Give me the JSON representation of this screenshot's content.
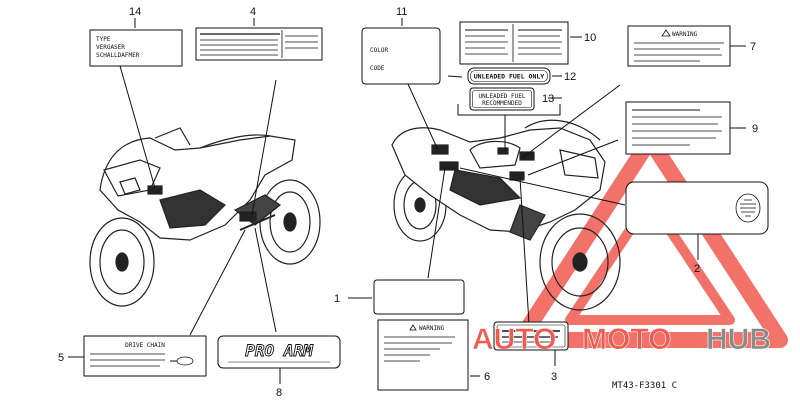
{
  "watermark": {
    "word_auto": "AUTO",
    "word_moto": "MOTO",
    "word_hub": "HUB",
    "color_red": "#f05a50",
    "color_gray": "#8a8a8a"
  },
  "diagram": {
    "code": "MT43-F3301 C",
    "callouts": [
      "1",
      "2",
      "3",
      "4",
      "5",
      "6",
      "7",
      "8",
      "9",
      "10",
      "11",
      "12",
      "13",
      "14"
    ],
    "label_14": {
      "line1": "TYPE",
      "line2": "VERGASER",
      "line3": "SCHALLDAFMER"
    },
    "label_11": {
      "color": "COLOR",
      "code": "CODE"
    },
    "label_12": "UNLEADED FUEL ONLY",
    "label_13": {
      "line1": "UNLEADED FUEL",
      "line2": "RECOMMENDED"
    },
    "label_7": "WARNING",
    "label_6": "WARNING",
    "label_5": "DRIVE CHAIN",
    "label_8": "PRO ARM"
  }
}
